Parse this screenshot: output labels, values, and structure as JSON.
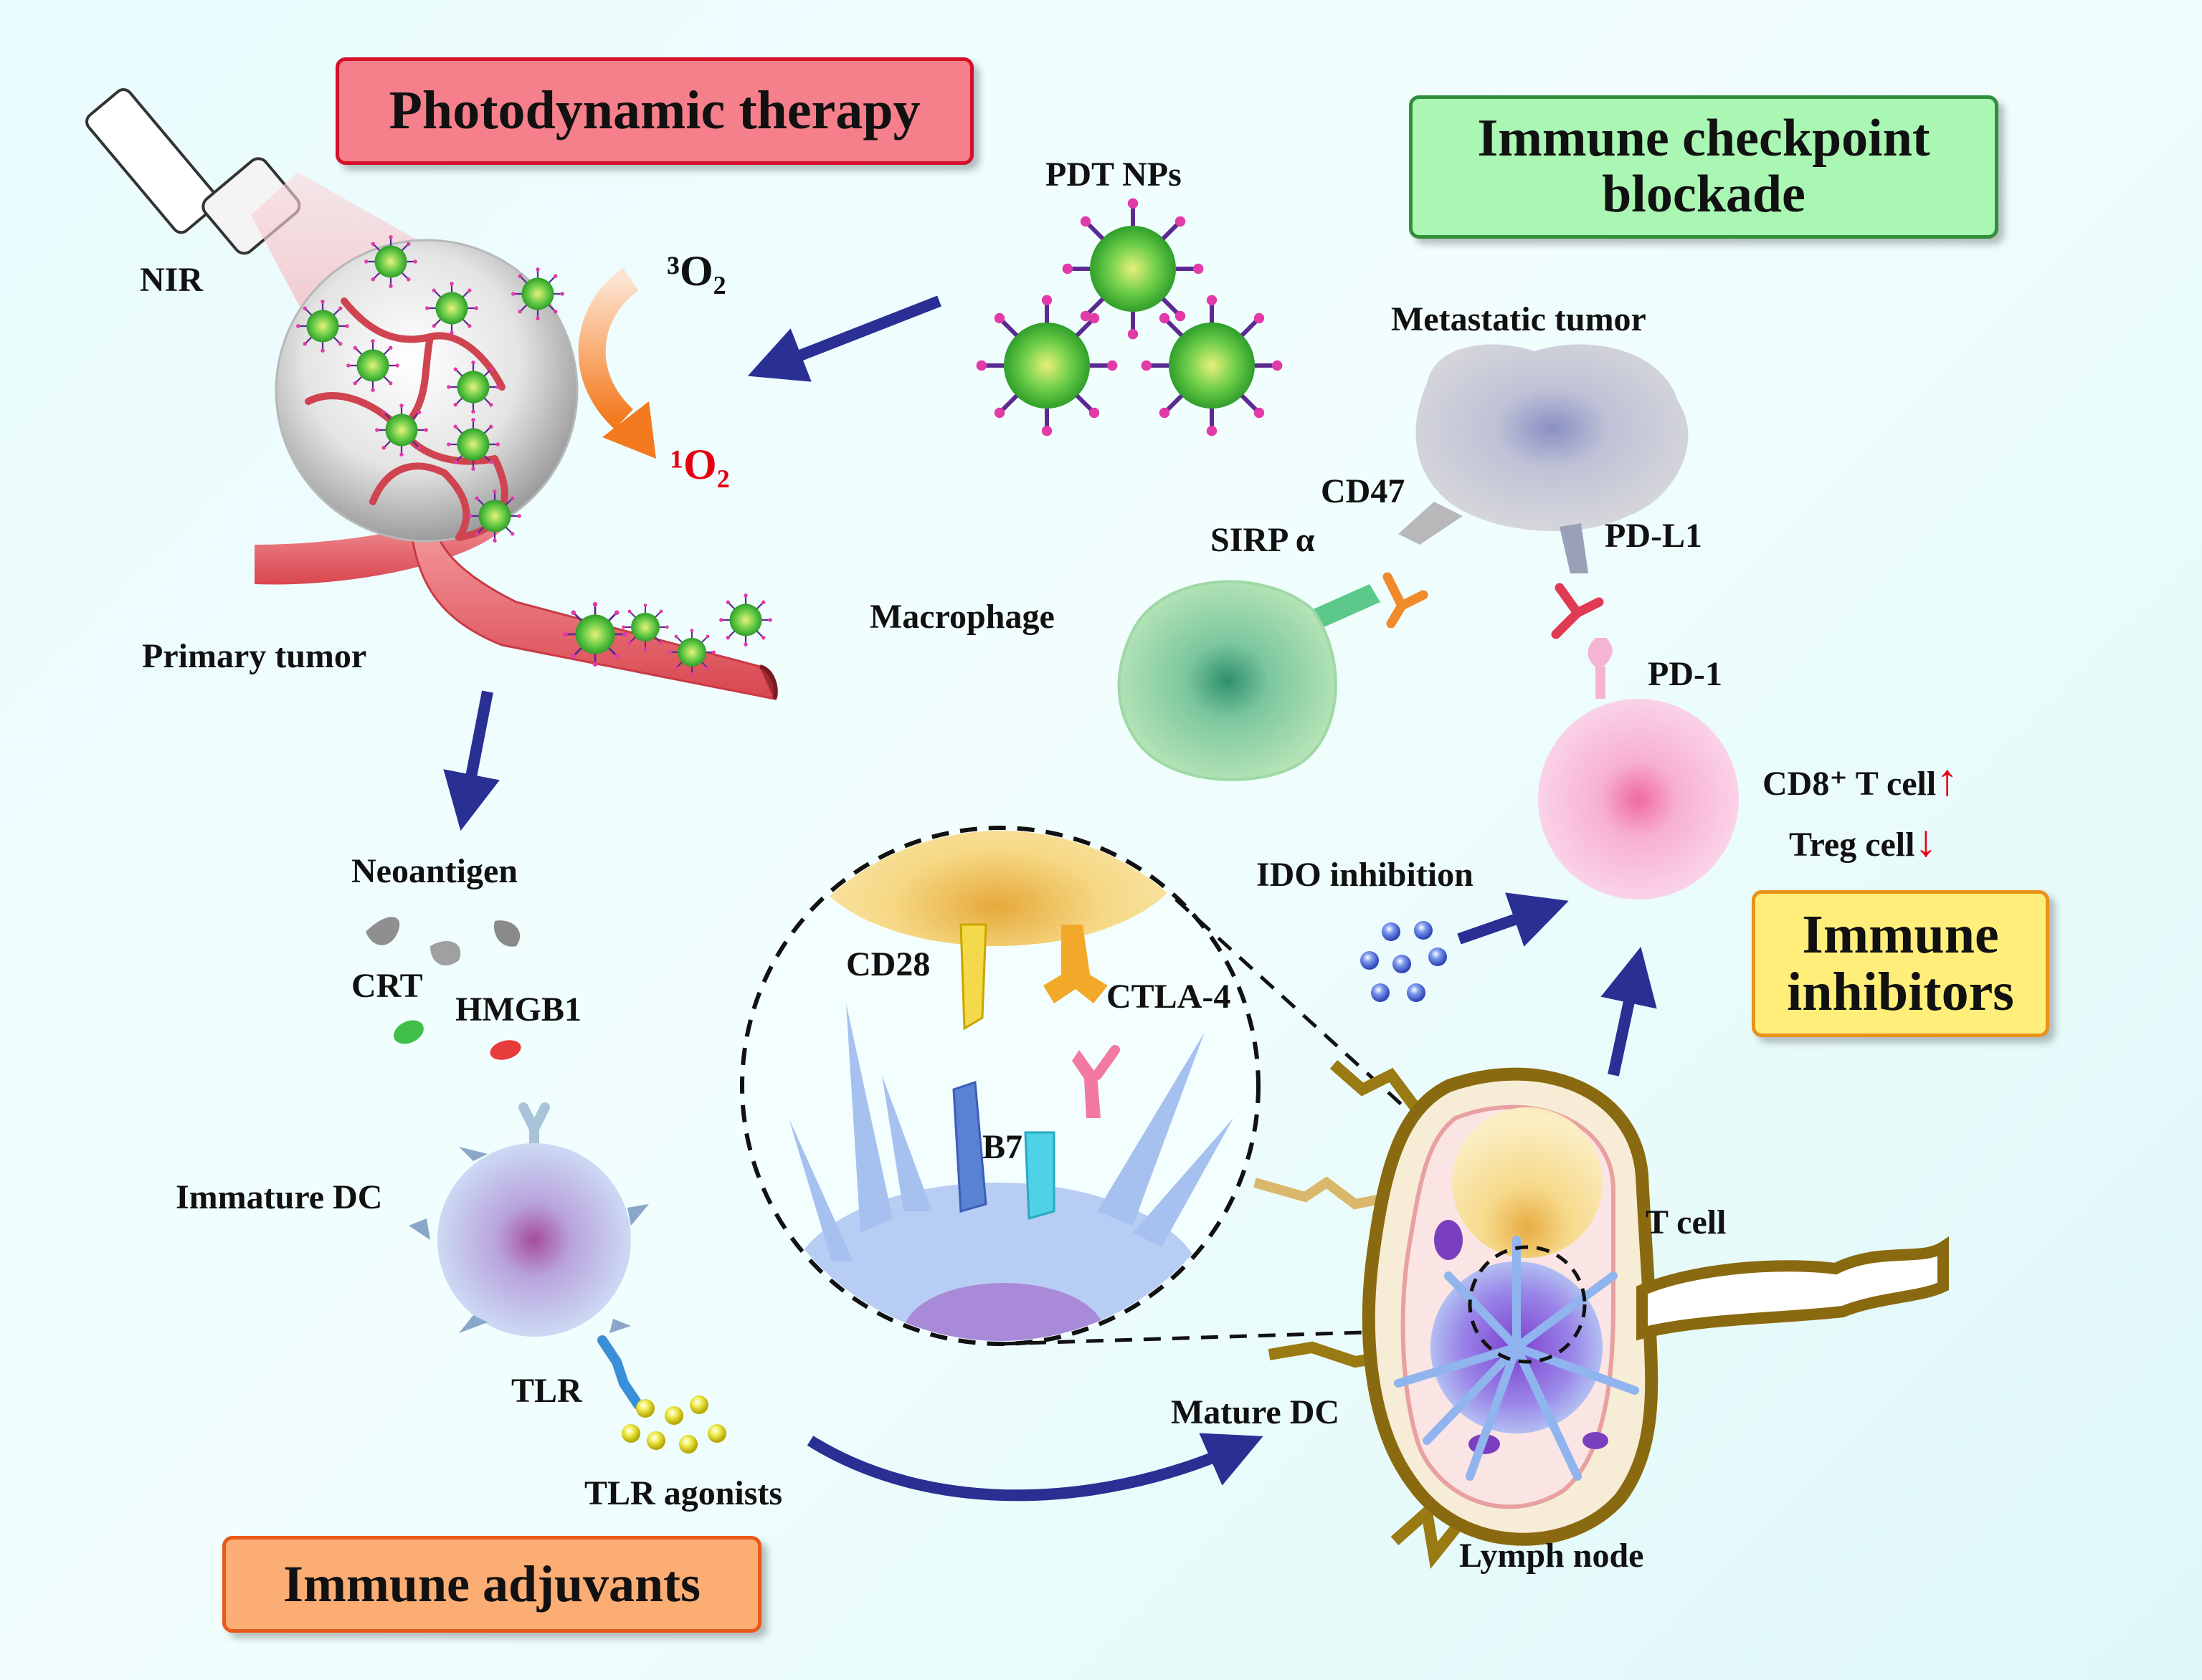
{
  "boxes": {
    "pdt": "Photodynamic therapy",
    "icb_line1": "Immune checkpoint",
    "icb_line2": "blockade",
    "inhib_line1": "Immune",
    "inhib_line2": "inhibitors",
    "adj": "Immune adjuvants"
  },
  "labels": {
    "nir": "NIR",
    "o2_triplet": "³O₂",
    "o2_singlet": "¹O₂",
    "primary_tumor": "Primary tumor",
    "pdt_nps": "PDT NPs",
    "metastatic_tumor": "Metastatic tumor",
    "cd47": "CD47",
    "sirp": "SIRP α",
    "pdl1": "PD-L1",
    "macrophage": "Macrophage",
    "pd1": "PD-1",
    "cd8": "CD8⁺ T cell",
    "treg": "Treg cell",
    "up_arrow": "↑",
    "down_arrow": "↓",
    "ido": "IDO inhibition",
    "neoantigen": "Neoantigen",
    "crt": "CRT",
    "hmgb1": "HMGB1",
    "cd28": "CD28",
    "ctla4": "CTLA-4",
    "b7": "B7",
    "immature_dc": "Immature DC",
    "tlr": "TLR",
    "tlr_agonists": "TLR agonists",
    "mature_dc": "Mature DC",
    "t_cell": "T cell",
    "lymph_node": "Lymph node"
  },
  "colors": {
    "pdt_box": "#f57f8a",
    "icb_box": "#a9f7b3",
    "inhib_box": "#ffee7a",
    "adj_box": "#fbad74",
    "arrow": "#2a2f93",
    "singlet_red": "#e60012"
  }
}
